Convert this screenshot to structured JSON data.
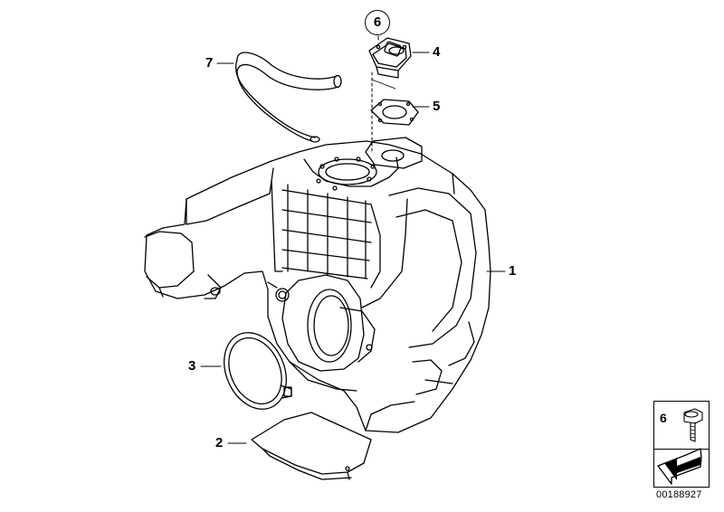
{
  "diagram": {
    "callouts": [
      {
        "id": "1",
        "label": "1"
      },
      {
        "id": "2",
        "label": "2"
      },
      {
        "id": "3",
        "label": "3"
      },
      {
        "id": "4",
        "label": "4"
      },
      {
        "id": "5",
        "label": "5"
      },
      {
        "id": "6",
        "label": "6"
      },
      {
        "id": "7",
        "label": "7"
      }
    ],
    "legend": {
      "label": "6"
    },
    "document_number": "00188927"
  }
}
